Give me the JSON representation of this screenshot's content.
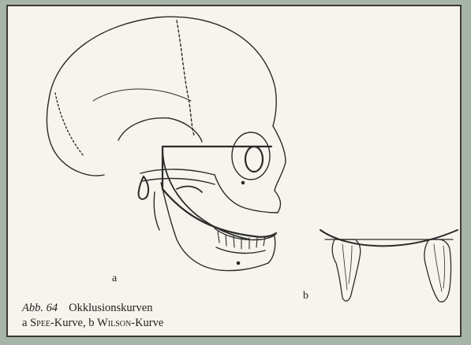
{
  "figure": {
    "panel_a_label": "a",
    "panel_b_label": "b",
    "caption_prefix": "Abb. 64",
    "caption_title": "Okklusionskurven",
    "caption_line2_a": "a ",
    "caption_spee": "Spee",
    "caption_line2_b": "-Kurve, b ",
    "caption_wilson": "Wilson",
    "caption_line2_c": "-Kurve"
  },
  "colors": {
    "ink": "#2a2a2a",
    "paper": "#f6f4ec",
    "frame": "#a7b5a6"
  }
}
